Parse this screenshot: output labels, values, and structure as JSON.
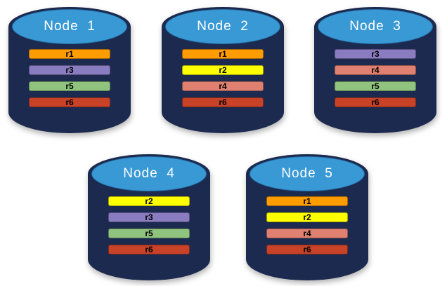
{
  "diagram": {
    "description": "Five database nodes with replicated partitions",
    "colors": {
      "cylinder_body": "#1C2A4F",
      "cylinder_top": "#3999D5",
      "cylinder_top_border": "#2470A8",
      "title_text": "#FFFFFF",
      "bar_text": "#000000",
      "background": "#FFFFFF"
    },
    "replica_colors": {
      "r1": "#FF9C00",
      "r2": "#FFFF00",
      "r3": "#8A7CC0",
      "r4": "#E08070",
      "r5": "#8FC37E",
      "r6": "#C74227"
    },
    "nodes": [
      {
        "title": "Node  1",
        "replicas": [
          "r1",
          "r3",
          "r5",
          "r6"
        ]
      },
      {
        "title": "Node  2",
        "replicas": [
          "r1",
          "r2",
          "r4",
          "r6"
        ]
      },
      {
        "title": "Node  3",
        "replicas": [
          "r3",
          "r4",
          "r5",
          "r6"
        ]
      },
      {
        "title": "Node  4",
        "replicas": [
          "r2",
          "r3",
          "r5",
          "r6"
        ]
      },
      {
        "title": "Node  5",
        "replicas": [
          "r1",
          "r2",
          "r4",
          "r6"
        ]
      }
    ]
  }
}
